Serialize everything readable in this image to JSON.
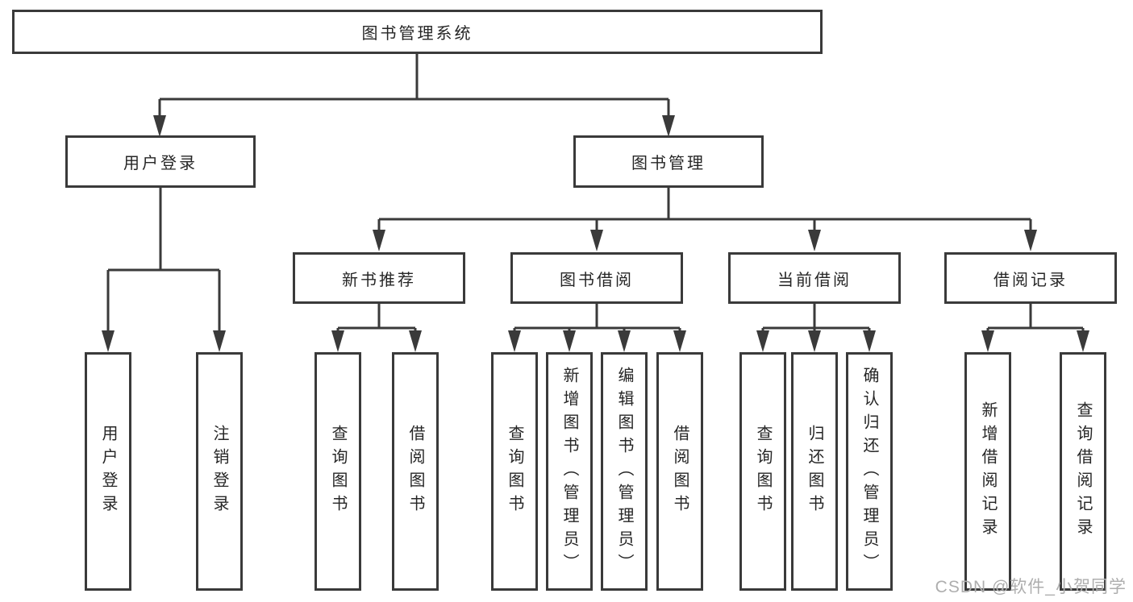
{
  "tree": {
    "root": {
      "label": "图书管理系统"
    },
    "branches": [
      {
        "label": "用户登录",
        "children": [
          {
            "label": "用户登录"
          },
          {
            "label": "注销登录"
          }
        ]
      },
      {
        "label": "图书管理",
        "children": [
          {
            "label": "新书推荐",
            "children": [
              {
                "label": "查询图书"
              },
              {
                "label": "借阅图书"
              }
            ]
          },
          {
            "label": "图书借阅",
            "children": [
              {
                "label": "查询图书"
              },
              {
                "label": "新增图书（管理员）"
              },
              {
                "label": "编辑图书（管理员）"
              },
              {
                "label": "借阅图书"
              }
            ]
          },
          {
            "label": "当前借阅",
            "children": [
              {
                "label": "查询图书"
              },
              {
                "label": "归还图书"
              },
              {
                "label": "确认归还（管理员）"
              }
            ]
          },
          {
            "label": "借阅记录",
            "children": [
              {
                "label": "新增借阅记录"
              },
              {
                "label": "查询借阅记录"
              }
            ]
          }
        ]
      }
    ]
  },
  "watermark": "CSDN @软件_小贺同学",
  "colors": {
    "line": "#3a3a3a",
    "text": "#262626",
    "watermark": "#aeaeae",
    "background": "#ffffff"
  }
}
